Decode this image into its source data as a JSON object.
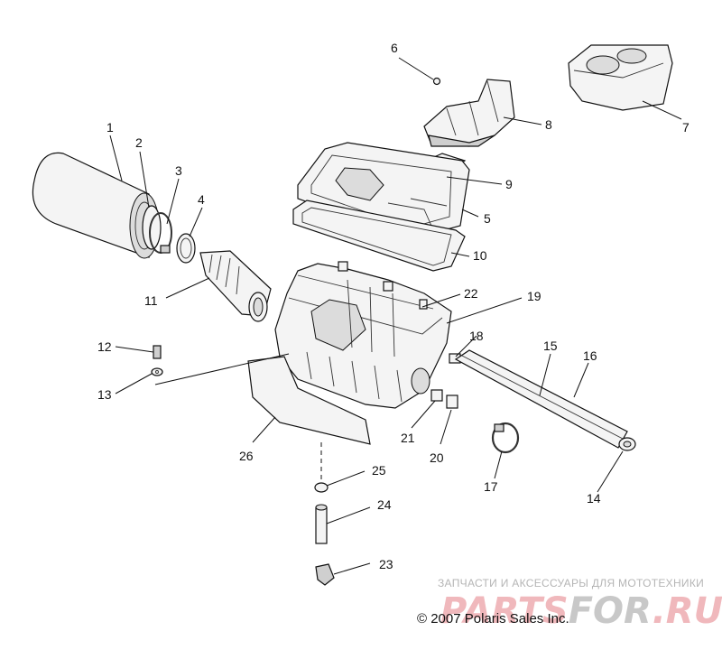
{
  "diagram": {
    "callouts": [
      {
        "label": "1"
      },
      {
        "label": "2"
      },
      {
        "label": "3"
      },
      {
        "label": "4"
      },
      {
        "label": "5"
      },
      {
        "label": "6"
      },
      {
        "label": "7"
      },
      {
        "label": "8"
      },
      {
        "label": "9"
      },
      {
        "label": "10"
      },
      {
        "label": "11"
      },
      {
        "label": "12"
      },
      {
        "label": "13"
      },
      {
        "label": "14"
      },
      {
        "label": "15"
      },
      {
        "label": "16"
      },
      {
        "label": "17"
      },
      {
        "label": "18"
      },
      {
        "label": "19"
      },
      {
        "label": "20"
      },
      {
        "label": "21"
      },
      {
        "label": "22"
      },
      {
        "label": "23"
      },
      {
        "label": "24"
      },
      {
        "label": "25"
      },
      {
        "label": "26"
      }
    ],
    "copyright": "© 2007 Polaris Sales Inc."
  },
  "watermark": {
    "tagline": "ЗАПЧАСТИ И АКСЕССУАРЫ ДЛЯ МОТОТЕХНИКИ",
    "brand_part1": "PARTS",
    "brand_part2": "FOR",
    "brand_part3": ".RU",
    "colors": {
      "red": "#f0b8bc",
      "gray": "#c8c8c8"
    }
  }
}
